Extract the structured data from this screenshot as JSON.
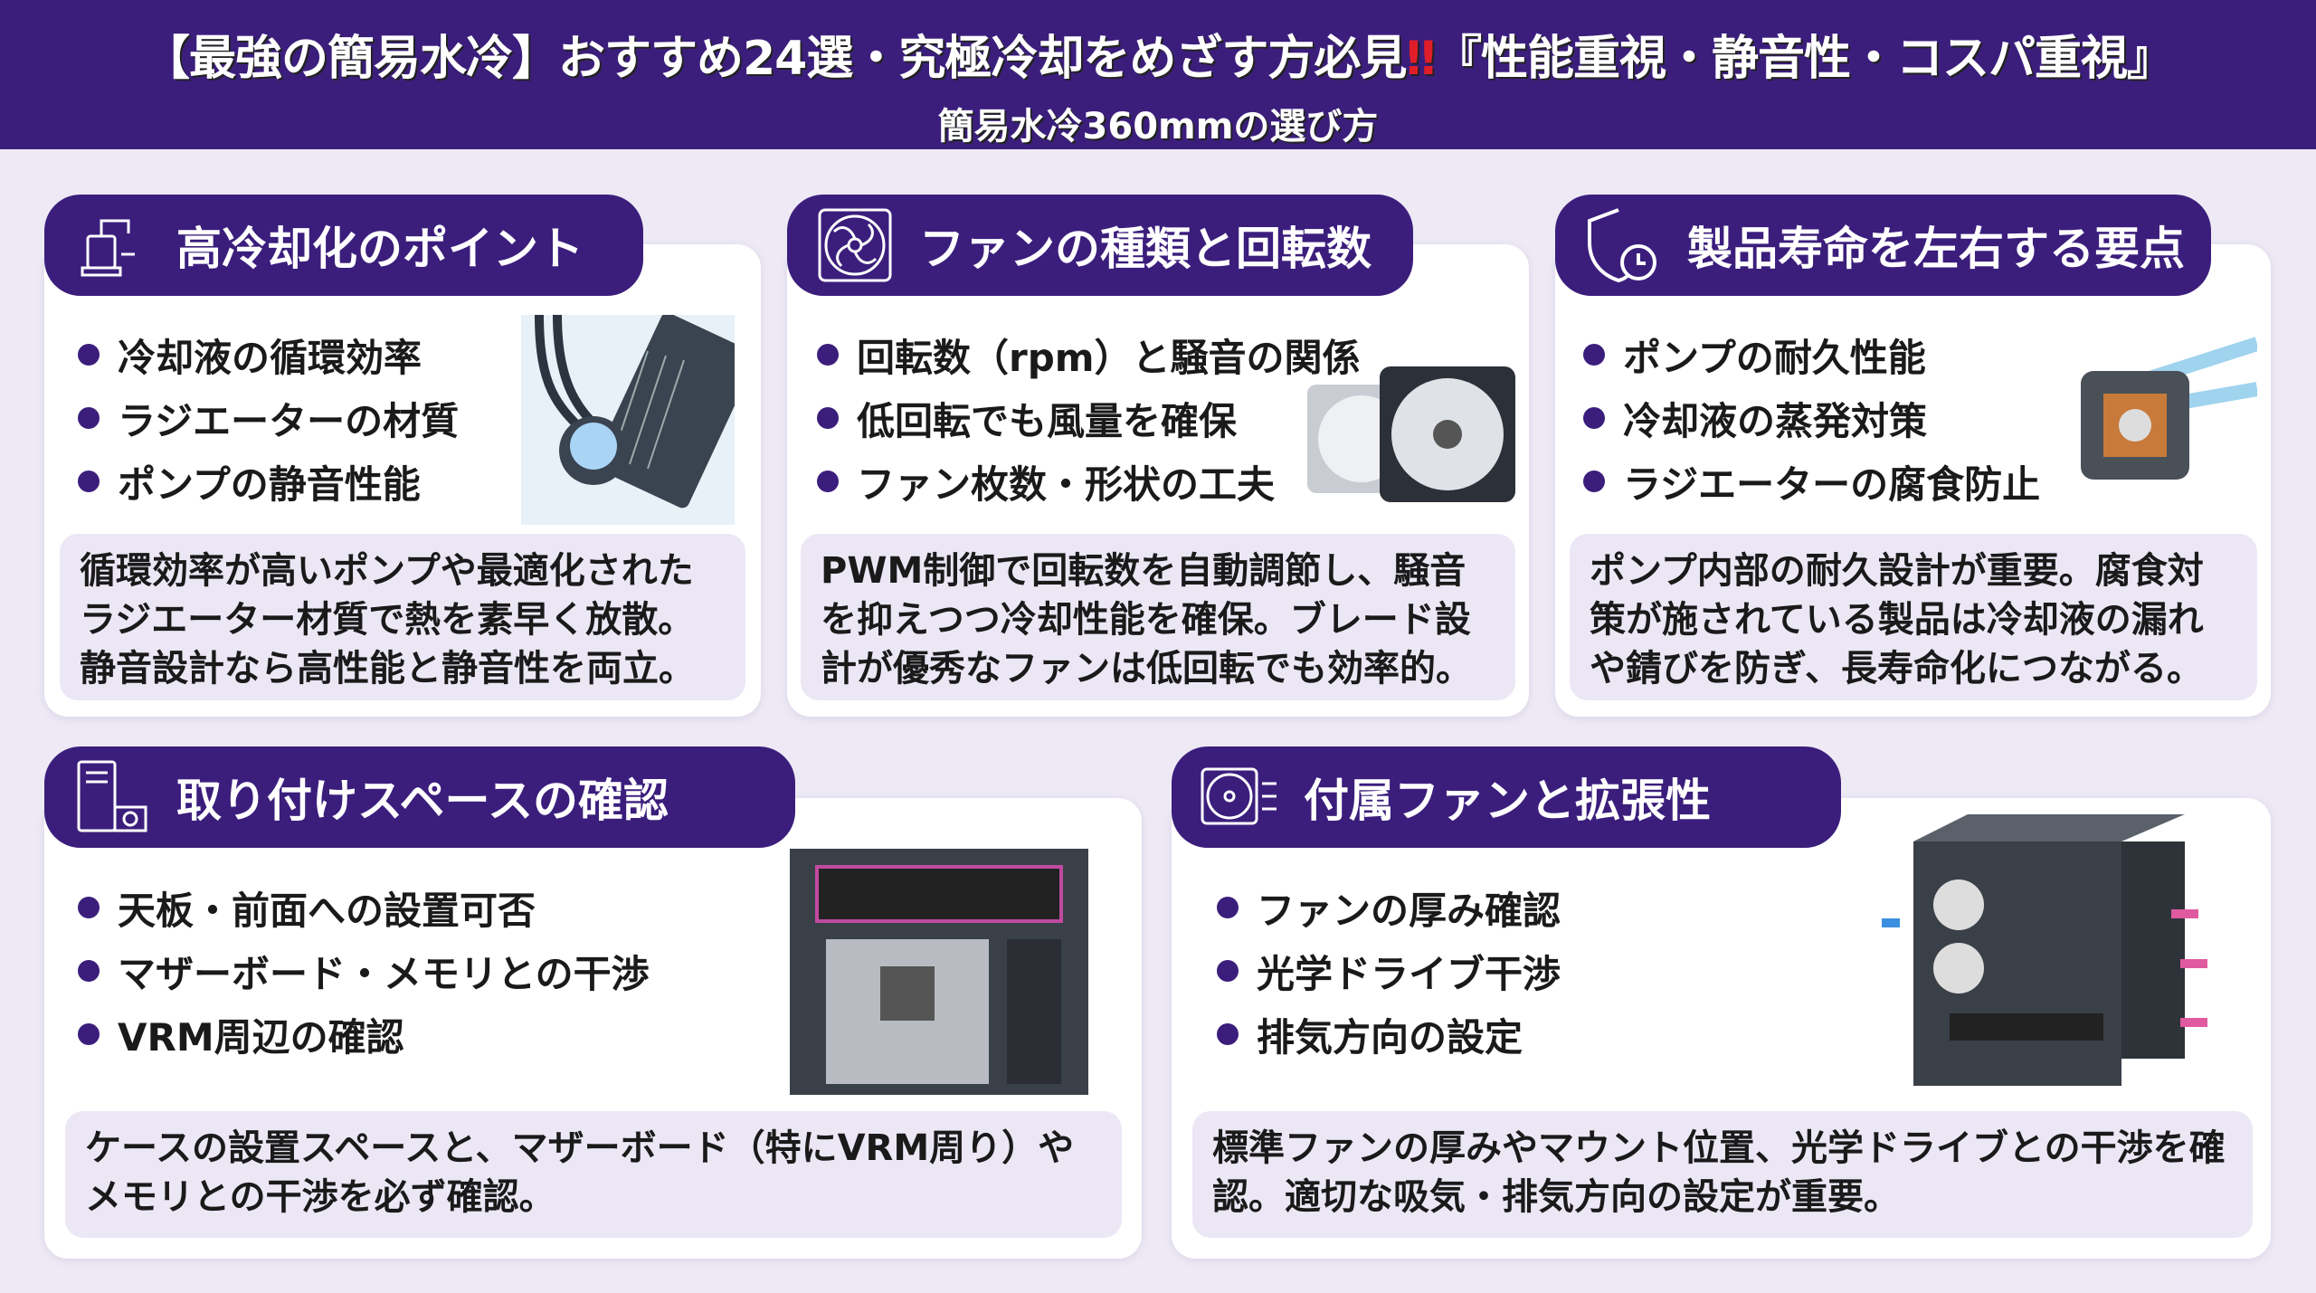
{
  "header": {
    "title_main": "【最強の簡易水冷】おすすめ24選・究極冷却をめざす方必見",
    "title_exclaim": "‼",
    "title_tail": "『性能重視・静音性・コスパ重視』",
    "subtitle": "簡易水冷360mmの選び方"
  },
  "sections": [
    {
      "title": "高冷却化のポイント",
      "icon": "aio-pump-icon",
      "bullets": [
        "冷却液の循環効率",
        "ラジエーターの材質",
        "ポンプの静音性能"
      ],
      "description": "循環効率が高いポンプや最適化されたラジエーター材質で熱を素早く放散。静音設計なら高性能と静音性を両立。"
    },
    {
      "title": "ファンの種類と回転数",
      "icon": "fan-icon",
      "bullets": [
        "回転数（rpm）と騒音の関係",
        "低回転でも風量を確保",
        "ファン枚数・形状の工夫"
      ],
      "description": "PWM制御で回転数を自動調節し、騒音を抑えつつ冷却性能を確保。ブレード設計が優秀なファンは低回転でも効率的。"
    },
    {
      "title": "製品寿命を左右する要点",
      "icon": "shield-clock-icon",
      "bullets": [
        "ポンプの耐久性能",
        "冷却液の蒸発対策",
        "ラジエーターの腐食防止"
      ],
      "description": "ポンプ内部の耐久設計が重要。腐食対策が施されている製品は冷却液の漏れや錆びを防ぎ、長寿命化につながる。"
    },
    {
      "title": "取り付けスペースの確認",
      "icon": "pc-case-measure-icon",
      "bullets": [
        "天板・前面への設置可否",
        "マザーボード・メモリとの干渉",
        "VRM周辺の確認"
      ],
      "description": "ケースの設置スペースと、マザーボード（特にVRM周り）やメモリとの干渉を必ず確認。"
    },
    {
      "title": "付属ファンと拡張性",
      "icon": "fan-airflow-icon",
      "bullets": [
        "ファンの厚み確認",
        "光学ドライブ干渉",
        "排気方向の設定"
      ],
      "description": "標準ファンの厚みやマウント位置、光学ドライブとの干渉を確認。適切な吸気・排気方向の設定が重要。"
    }
  ],
  "colors": {
    "header": "#3b1e7c",
    "accent": "#3b1e7c",
    "background": "#eeeaf5",
    "desc_bg": "#ece7f5",
    "exclaim": "#e01e2a"
  }
}
